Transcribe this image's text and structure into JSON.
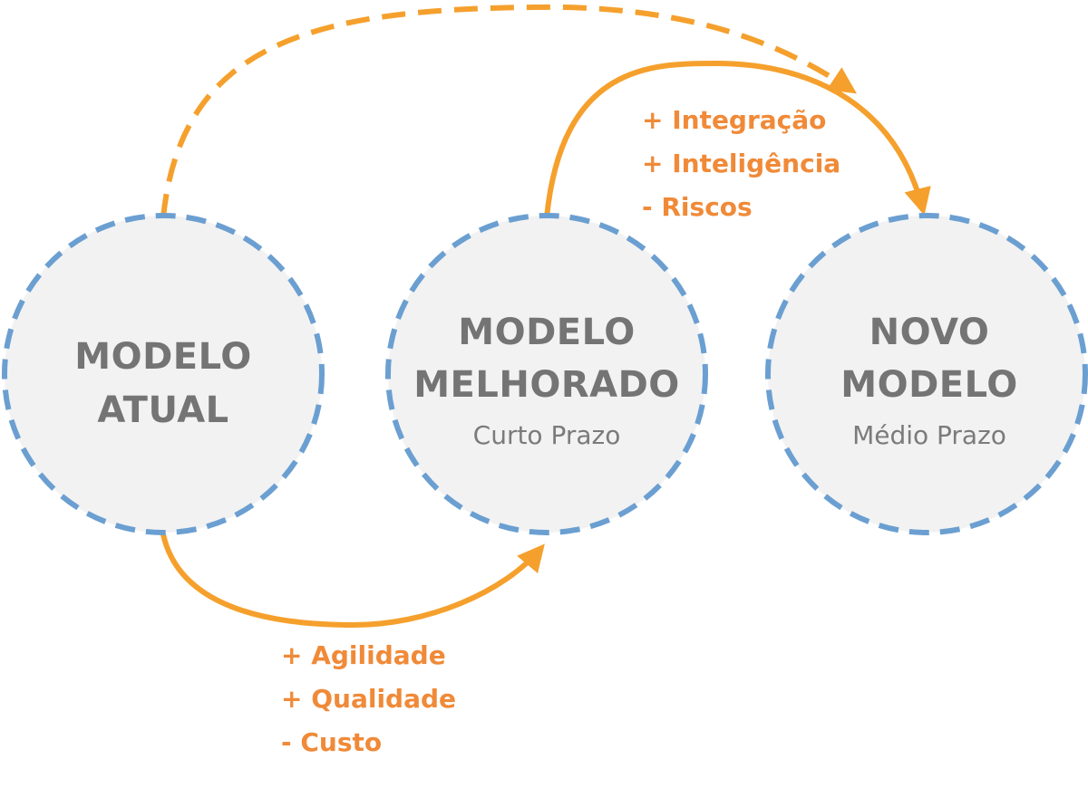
{
  "colors": {
    "node_fill": "#f2f2f2",
    "node_border": "#6b9fd1",
    "node_title": "#747474",
    "node_subtitle": "#7b7b7b",
    "arrow": "#f5a02d",
    "benefit_text": "#f08a38"
  },
  "nodes": [
    {
      "id": "modelo-atual",
      "title_lines": [
        "MODELO",
        "ATUAL"
      ],
      "subtitle": ""
    },
    {
      "id": "modelo-melhorado",
      "title_lines": [
        "MODELO",
        "MELHORADO"
      ],
      "subtitle": "Curto Prazo"
    },
    {
      "id": "novo-modelo",
      "title_lines": [
        "NOVO",
        "MODELO"
      ],
      "subtitle": "Médio Prazo"
    }
  ],
  "transitions": [
    {
      "from": "modelo-atual",
      "to": "modelo-melhorado",
      "style": "solid",
      "benefits": [
        "+ Agilidade",
        "+ Qualidade",
        "- Custo"
      ]
    },
    {
      "from": "modelo-melhorado",
      "to": "novo-modelo",
      "style": "solid",
      "benefits": [
        "+ Integração",
        "+ Inteligência",
        "- Riscos"
      ]
    },
    {
      "from": "modelo-atual",
      "to": "novo-modelo",
      "style": "dashed",
      "benefits": []
    }
  ]
}
